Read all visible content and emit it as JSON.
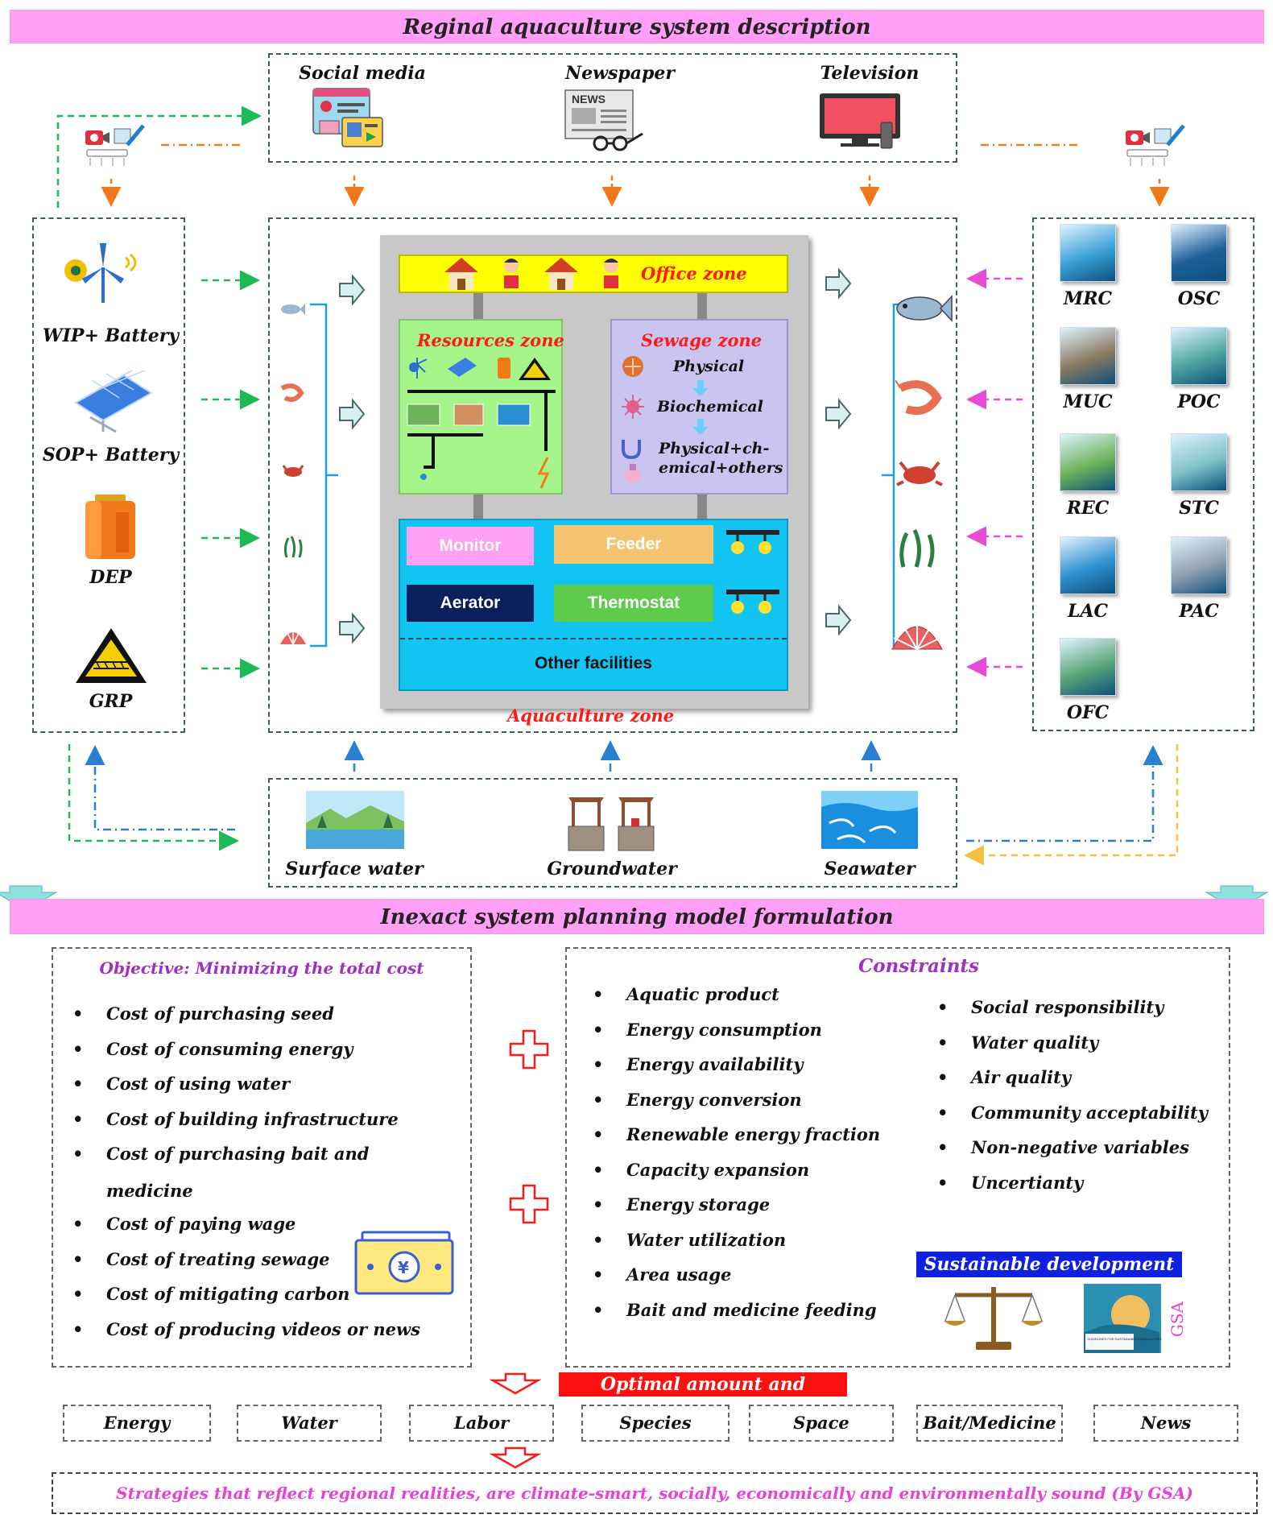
{
  "banners": {
    "top": "Reginal aquaculture system description",
    "middle": "Inexact system planning model formulation"
  },
  "media": [
    {
      "label": "Social media",
      "icon": "social-media-icon"
    },
    {
      "label": "Newspaper",
      "icon": "newspaper-icon",
      "icon_text": "NEWS"
    },
    {
      "label": "Television",
      "icon": "television-icon"
    }
  ],
  "energy_sources": [
    {
      "label": "WIP+ Battery",
      "icon": "wind-turbine-icon"
    },
    {
      "label": "SOP+ Battery",
      "icon": "solar-panel-icon"
    },
    {
      "label": "DEP",
      "icon": "diesel-tank-icon"
    },
    {
      "label": "GRP",
      "icon": "grid-warning-icon"
    }
  ],
  "species_sources": [
    {
      "label": "MRC",
      "color": "#3aa0d8"
    },
    {
      "label": "OSC",
      "color": "#1f5f9a"
    },
    {
      "label": "MUC",
      "color": "#8a7a60"
    },
    {
      "label": "POC",
      "color": "#4fa6a0"
    },
    {
      "label": "REC",
      "color": "#6cb35a"
    },
    {
      "label": "STC",
      "color": "#7fc2c8"
    },
    {
      "label": "LAC",
      "color": "#2e8fd0"
    },
    {
      "label": "PAC",
      "color": "#8fa0b0"
    },
    {
      "label": "OFC",
      "color": "#5aa57a"
    }
  ],
  "zones": {
    "office": "Office zone",
    "resources": "Resources zone",
    "sewage": "Sewage zone",
    "aquaculture": "Aquaculture zone",
    "sewage_steps": [
      "Physical",
      "Biochemical",
      "Physical+ch-",
      "emical+others"
    ]
  },
  "facilities": {
    "monitor": "Monitor",
    "feeder": "Feeder",
    "aerator": "Aerator",
    "thermostat": "Thermostat",
    "other": "Other facilities"
  },
  "water_sources": [
    "Surface water",
    "Groundwater",
    "Seawater"
  ],
  "objective": {
    "title": "Objective: Minimizing the total cost",
    "items": [
      "Cost of purchasing seed",
      "Cost of consuming energy",
      "Cost of using water",
      "Cost of building infrastructure",
      "Cost of purchasing bait and",
      "Cost of paying wage",
      "Cost of treating sewage",
      "Cost of mitigating carbon",
      "Cost of producing videos or news"
    ],
    "continuation": "medicine"
  },
  "constraints": {
    "title": "Constraints",
    "left": [
      "Aquatic product",
      "Energy consumption",
      "Energy availability",
      "Energy conversion",
      "Renewable energy fraction",
      "Capacity expansion",
      "Energy storage",
      "Water utilization",
      "Area usage",
      "Bait and medicine feeding"
    ],
    "right": [
      "Social responsibility",
      "Water quality",
      "Air quality",
      "Community acceptability",
      "Non-negative variables",
      "Uncertianty"
    ]
  },
  "sustainable": {
    "label": "Sustainable development",
    "gsa": "GSA",
    "book_text": "GUIDELINES FOR SUSTAINABLE AQUACULTURE"
  },
  "optimal": {
    "label": "Optimal amount and structure",
    "items": [
      "Energy",
      "Water",
      "Labor",
      "Species",
      "Space",
      "Bait/Medicine",
      "News"
    ]
  },
  "strategy": "Strategies that reflect regional realities, are climate-smart, socially, economically and environmentally sound (By GSA)",
  "colors": {
    "banner": "#ff9ff5",
    "green_arrow": "#1db954",
    "orange_arrow": "#f07a1a",
    "blue_arrow": "#2a7fd0",
    "magenta_arrow": "#e84ad8",
    "yellow_arrow": "#f5c040",
    "office_zone": "#ffff00",
    "resources_zone": "#a6f58a",
    "sewage_zone": "#c9c4f0",
    "facilities_zone": "#12c4f2",
    "monitor": "#ff9ff5",
    "feeder": "#f5c470",
    "aerator": "#0b1f5c",
    "thermostat": "#5ecb4a",
    "purple_text": "#a030c0",
    "sustainable_bg": "#1020e0"
  }
}
